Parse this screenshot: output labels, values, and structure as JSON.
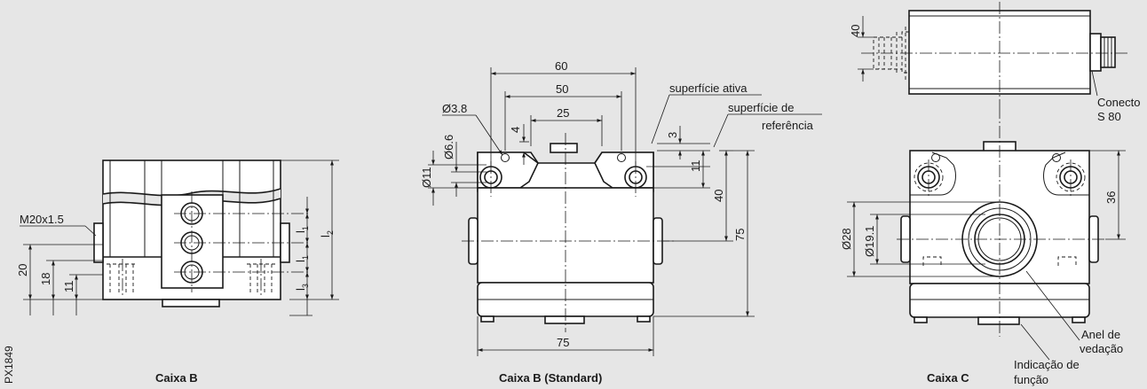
{
  "figure_id": "PX1849",
  "captions": {
    "left": "Caixa  B",
    "middle": "Caixa B (Standard)",
    "right": "Caixa C"
  },
  "left_view": {
    "thread_label": "M20x1.5",
    "dims": {
      "d20": "20",
      "d18": "18",
      "d11": "11"
    },
    "l1a": {
      "base": "l",
      "sub": "1"
    },
    "l1b": {
      "base": "l",
      "sub": "1"
    },
    "l2": {
      "base": "l",
      "sub": "2"
    },
    "l3": {
      "base": "l",
      "sub": "3"
    }
  },
  "middle_view": {
    "dims": {
      "w60": "60",
      "w50": "50",
      "w25": "25",
      "d38": "Ø3.8",
      "d66": "Ø6.6",
      "d11": "Ø11",
      "h4": "4",
      "h3": "3",
      "h11": "11",
      "h40": "40",
      "h75": "75",
      "w75": "75"
    },
    "labels": {
      "active_surface": "superfície ativa",
      "reference_surface_line1": "superfície de",
      "reference_surface_line2": "referência"
    }
  },
  "right_view": {
    "dims": {
      "d40": "40",
      "d36": "36",
      "d28": "Ø28",
      "d191": "Ø19.1"
    },
    "labels": {
      "connector_line1": "Conecto",
      "connector_line2": "S 80",
      "seal_line1": "Anel de",
      "seal_line2": "vedação",
      "function_line1": "Indicação de",
      "function_line2": "função"
    }
  }
}
